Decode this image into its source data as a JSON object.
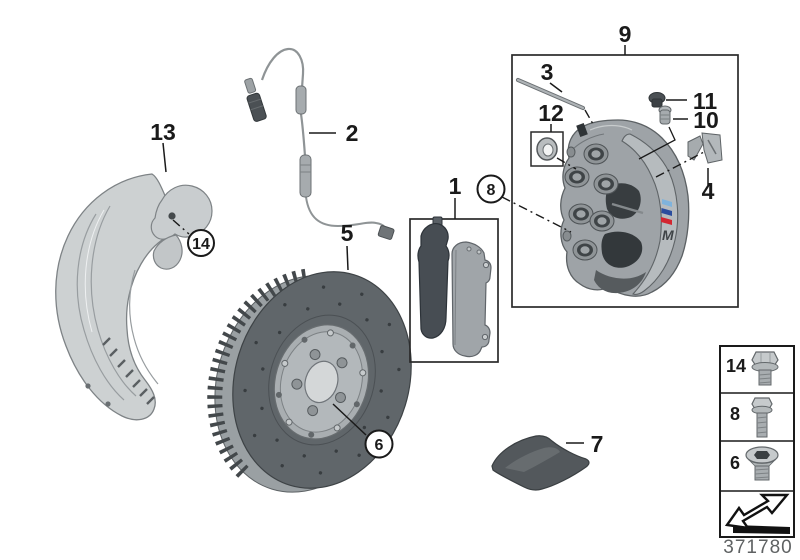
{
  "diagram": {
    "number": "371780",
    "brand_logo_letter": "M",
    "callouts": {
      "c1": "1",
      "c2": "2",
      "c3": "3",
      "c4": "4",
      "c5": "5",
      "c6": "6",
      "c7": "7",
      "c8": "8",
      "c9": "9",
      "c10": "10",
      "c11": "11",
      "c12": "12",
      "c13": "13",
      "c14": "14"
    },
    "legend": {
      "rows": [
        {
          "label": "14",
          "icon": "hex-flange-bolt-icon"
        },
        {
          "label": "8",
          "icon": "hex-flange-bolt-long-icon"
        },
        {
          "label": "6",
          "icon": "countersunk-plug-screw-icon"
        }
      ],
      "footer": {
        "icon": "direction-arrow-icon"
      }
    },
    "colors": {
      "m_stripe_light_blue": "#7fb3dc",
      "m_stripe_dark_blue": "#2b4d9e",
      "m_stripe_red": "#d22630",
      "line_black": "#1a1a1a",
      "part_gray": "#9ea3a7",
      "disc_gray": "#60666a",
      "shield_gray": "#cdd1d2",
      "number_gray": "#5f6263"
    }
  }
}
